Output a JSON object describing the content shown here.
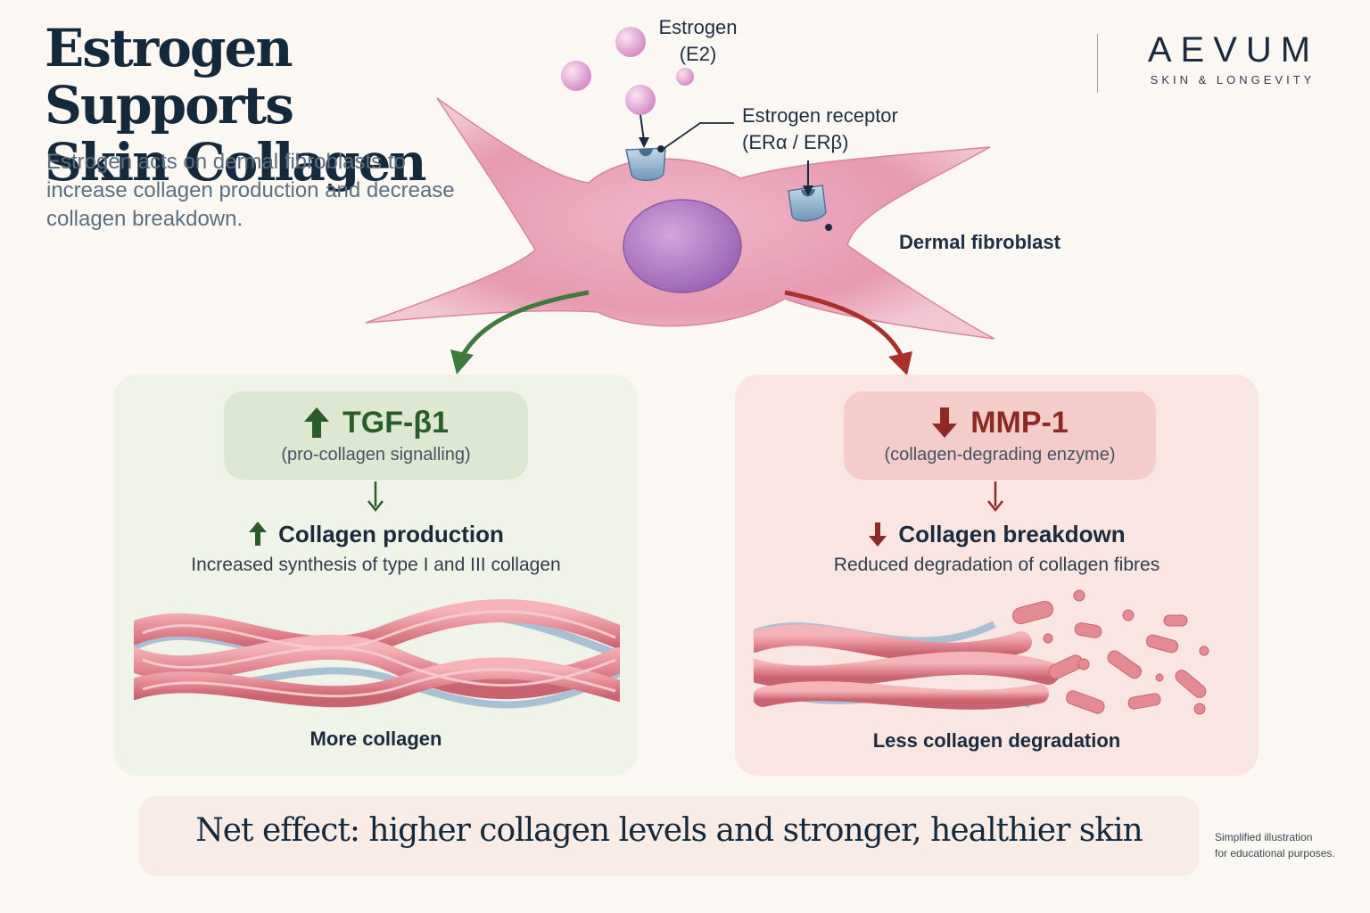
{
  "header": {
    "title_line1": "Estrogen Supports",
    "title_line2": "Skin Collagen",
    "subtitle": "Estrogen acts on dermal fibroblasts to increase collagen production and decrease collagen breakdown."
  },
  "brand": {
    "name": "AEVUM",
    "tagline": "SKIN & LONGEVITY"
  },
  "cell_labels": {
    "estrogen_line1": "Estrogen",
    "estrogen_line2": "(E2)",
    "receptor_line1": "Estrogen receptor",
    "receptor_line2": "(ERα / ERβ)",
    "fibroblast": "Dermal fibroblast"
  },
  "left_pathway": {
    "signal": "TGF-β1",
    "signal_desc": "(pro-collagen signalling)",
    "signal_direction": "up",
    "result": "Collagen production",
    "result_direction": "up",
    "result_desc": "Increased synthesis of type I and III collagen",
    "caption": "More collagen"
  },
  "right_pathway": {
    "signal": "MMP-1",
    "signal_desc": "(collagen-degrading enzyme)",
    "signal_direction": "down",
    "result": "Collagen breakdown",
    "result_direction": "down",
    "result_desc": "Reduced degradation of collagen fibres",
    "caption": "Less collagen degradation"
  },
  "summary": "Net effect: higher collagen levels and stronger, healthier skin",
  "footnote_line1": "Simplified illustration",
  "footnote_line2": "for educational purposes.",
  "colors": {
    "up_green": "#2b5a2b",
    "down_red": "#8c2a26",
    "cell_pink": "#e89ab2",
    "nucleus_purple": "#b382c8",
    "collagen_pink": "#e48a93",
    "fiber_blue": "#9fb6cc"
  }
}
